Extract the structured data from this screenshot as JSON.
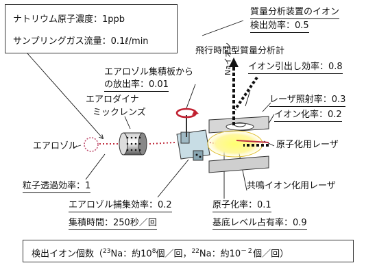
{
  "conditions": {
    "sodium_concentration": "ナトリウム原子濃度：1ppb",
    "sampling_gas_flow": "サンプリングガス流量：0.1ℓ/min"
  },
  "labels": {
    "mass_analyzer_ion_detection": "質量分析装置のイオン",
    "mass_analyzer_ion_detection_2": "検出効率：0.5",
    "tof_mass_spectrometer": "飛行時間型質量分析計",
    "ion_extraction": "イオン引出し効率：0.8",
    "laser_irradiation": "レーザ照射率：0.3",
    "ionization": "イオン化率：0.2",
    "atomization_laser": "原子化用レーザ",
    "resonance_ionization_laser": "共鳴イオン化用レーザ",
    "release_rate": "エアロゾル集積板から",
    "release_rate_2": "の放出率：0.01",
    "aerodynamic_lens": "エアロダイナ",
    "aerodynamic_lens_2": "ミックレンズ",
    "aerosol": "エアロゾル",
    "particle_transmission": "粒子透過効率：1",
    "aerosol_capture": "エアロゾル捕集効率：0.2",
    "accumulation_time_label": "集積時間：",
    "accumulation_time_value": "250秒／回",
    "atomization_rate": "原子化率：0.1",
    "baseline_occupancy": "基底レベル占有率：0.9",
    "na_ion": "Naイオン"
  },
  "bottom": {
    "prefix": "検出イオン個数（",
    "na23_mass": "23",
    "na23_text": "Na：約10",
    "na23_exp": "8",
    "na23_suffix": "個／回，",
    "na22_mass": "22",
    "na22_text": "Na：約10",
    "na22_exp": "－２",
    "na22_suffix": "個／回）"
  }
}
